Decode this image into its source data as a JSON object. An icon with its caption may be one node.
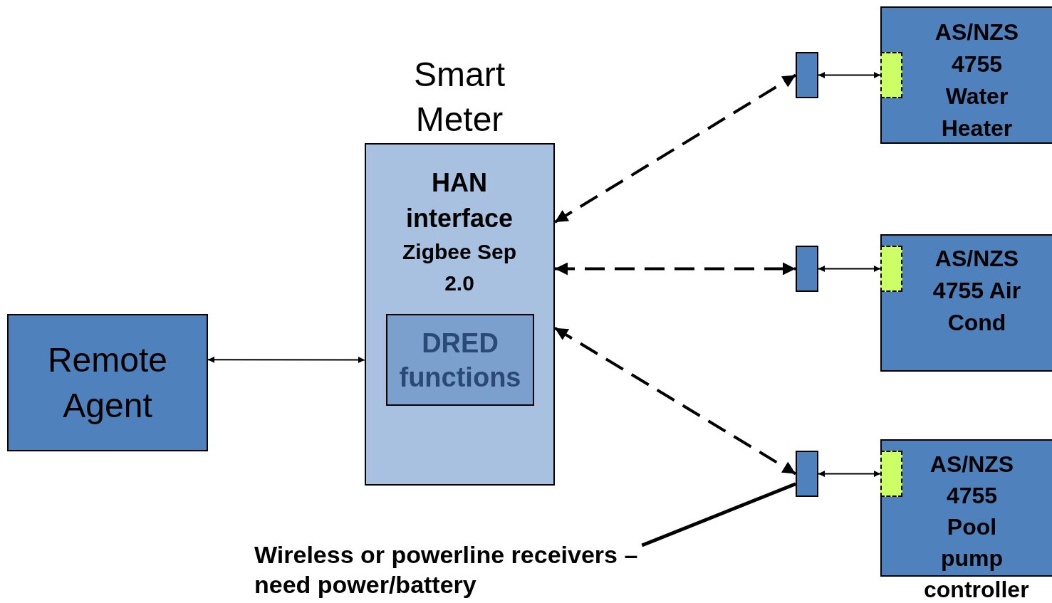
{
  "diagram": {
    "nodes": [
      {
        "text": [
          "Smart Meter",
          "HAN interface",
          "Zigbee Sep 2.0"
        ]
      },
      {
        "text": [
          "DRED functions"
        ],
        "in": 0
      },
      {
        "text": [
          "Remote Agent"
        ]
      },
      {
        "text": [],
        "shape": "box"
      },
      {
        "text": [],
        "shape": "box"
      },
      {
        "text": [],
        "shape": "box"
      },
      {
        "text": [
          "AS/NZS 4755 Water Heater"
        ]
      },
      {
        "text": [],
        "shape": "box",
        "in": 6
      },
      {
        "text": [
          "AS/NZS 4755 Air Cond"
        ]
      },
      {
        "text": [],
        "shape": "box",
        "in": 8
      },
      {
        "text": [
          "AS/NZS 4755 Pool pump controller"
        ]
      },
      {
        "text": [],
        "shape": "box",
        "in": 10
      },
      {
        "text": [
          "Wireless or powerline receivers – need power/battery"
        ]
      }
    ],
    "edges": [
      {
        "from": 2,
        "to": 0,
        "arrow": "both"
      },
      {
        "from": 0,
        "to": 3,
        "arrow": "both",
        "style": "dashed"
      },
      {
        "from": 0,
        "to": 4,
        "arrow": "both",
        "style": "dashed"
      },
      {
        "from": 0,
        "to": 5,
        "arrow": "both",
        "style": "dashed"
      },
      {
        "from": 3,
        "to": 7,
        "arrow": "both"
      },
      {
        "from": 4,
        "to": 9,
        "arrow": "both"
      },
      {
        "from": 5,
        "to": 11,
        "arrow": "both"
      },
      {
        "from": 12,
        "to": 5,
        "arrow": "none",
        "style": "thick"
      }
    ]
  }
}
